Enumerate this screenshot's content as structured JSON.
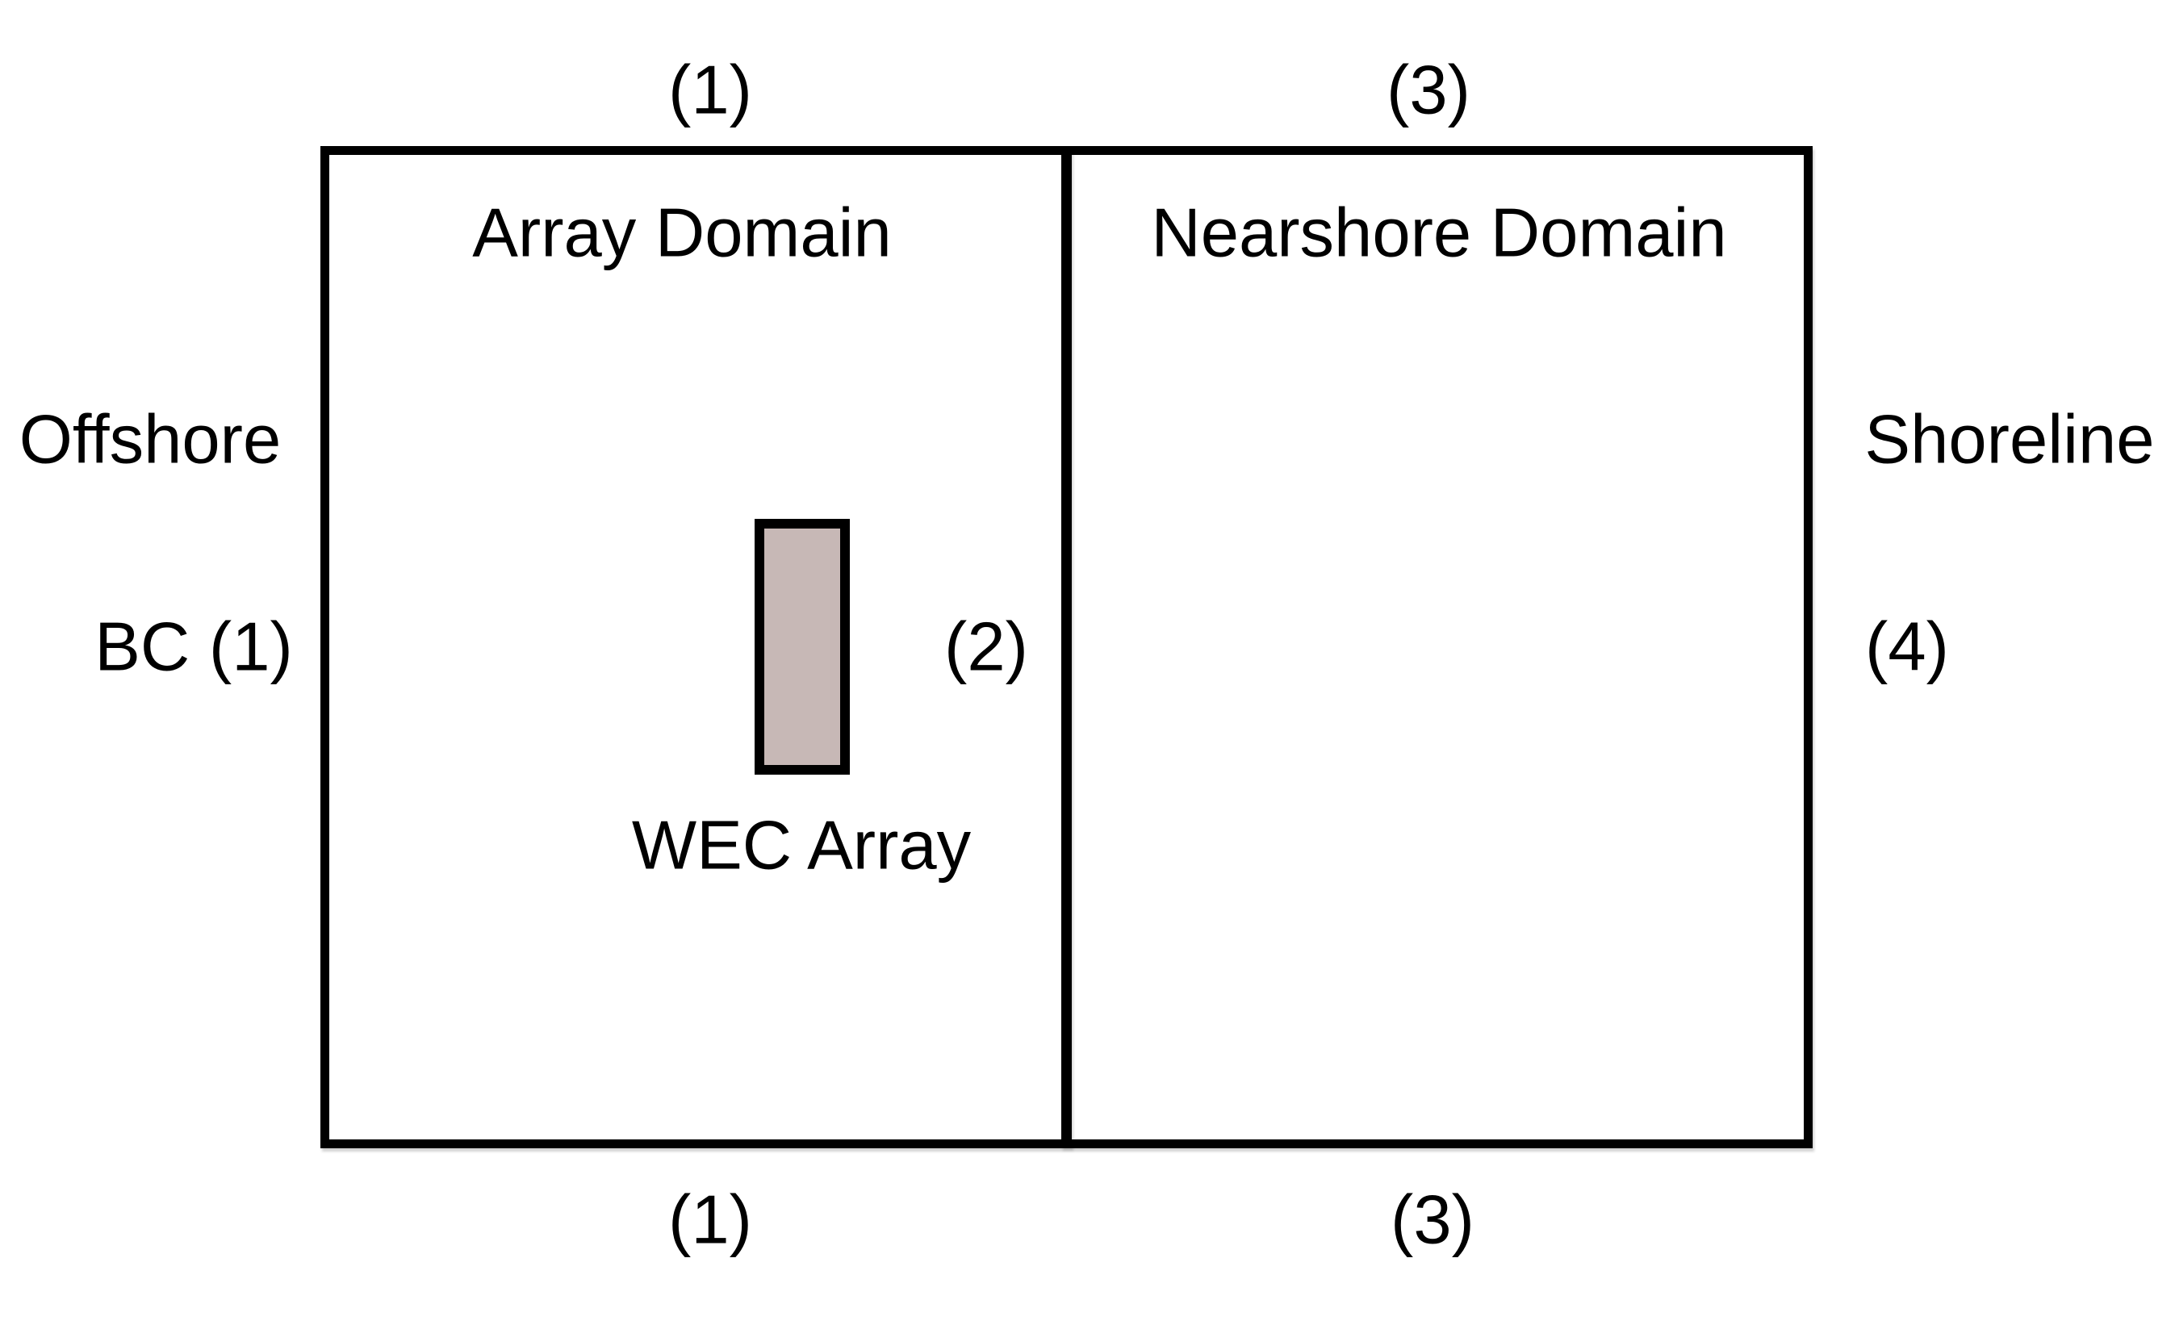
{
  "diagram": {
    "array_domain": {
      "title": "Array Domain"
    },
    "nearshore_domain": {
      "title": "Nearshore Domain"
    },
    "labels": {
      "top_array_boundary": "(1)",
      "top_nearshore_boundary": "(3)",
      "bottom_array_boundary": "(1)",
      "bottom_nearshore_boundary": "(3)",
      "offshore": "Offshore",
      "offshore_bc": "BC (1)",
      "domain_interface_boundary": "(2)",
      "shoreline": "Shoreline",
      "shoreline_bc": "(4)",
      "wec_array_caption": "WEC Array"
    },
    "colors": {
      "line": "#000000",
      "wec_fill": "#c7b8b6"
    }
  }
}
